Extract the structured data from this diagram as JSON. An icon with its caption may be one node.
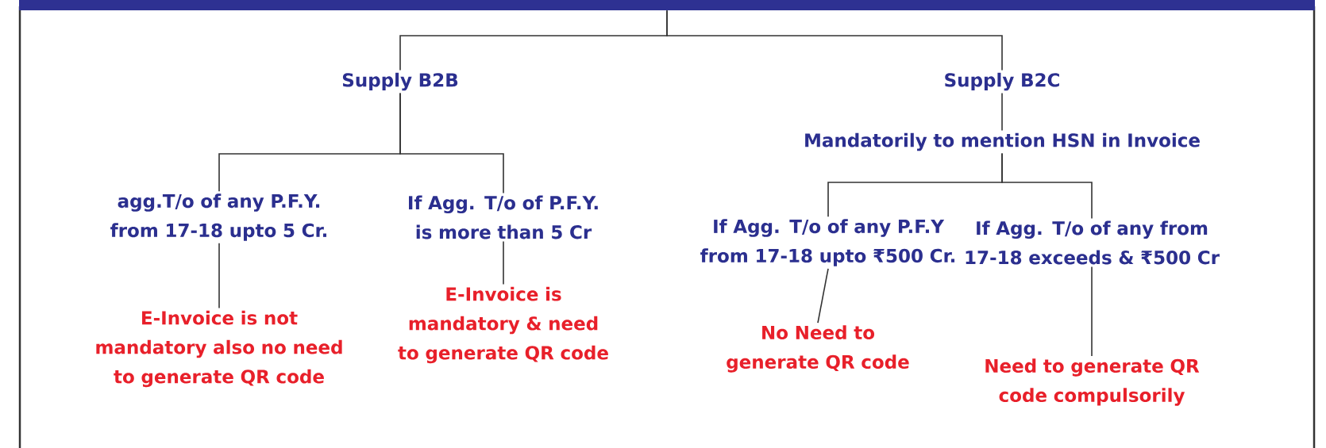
{
  "diagram": {
    "nodes": [
      {
        "text": [],
        "shape": "bar"
      },
      {
        "text": [
          "Supply B2B"
        ]
      },
      {
        "text": [
          "Supply B2C"
        ]
      },
      {
        "text": [
          "agg.T/o of any P.F.Y. from 17-18 upto 5 Cr."
        ]
      },
      {
        "text": [
          "If Agg. T/o of P.F.Y. is more than 5 Cr"
        ]
      },
      {
        "text": [
          "Mandatorily to mention HSN in Invoice"
        ]
      },
      {
        "text": [
          "E-Invoice is not mandatory also no need to generate QR code"
        ]
      },
      {
        "text": [
          "E-Invoice is mandatory & need to generate QR code"
        ]
      },
      {
        "text": [
          "If Agg. T/o of any P.F.Y from 17-18 upto ₹500 Cr."
        ]
      },
      {
        "text": [
          "If Agg. T/o of any from 17-18 exceeds & ₹500 Cr"
        ]
      },
      {
        "text": [
          "No Need to generate QR code"
        ]
      },
      {
        "text": [
          "Need to generate QR code compulsorily"
        ]
      }
    ],
    "edges": [
      {
        "from": 0,
        "to": 1,
        "arrow": "none"
      },
      {
        "from": 0,
        "to": 2,
        "arrow": "none"
      },
      {
        "from": 1,
        "to": 3,
        "arrow": "none"
      },
      {
        "from": 1,
        "to": 4,
        "arrow": "none"
      },
      {
        "from": 2,
        "to": 5,
        "arrow": "none"
      },
      {
        "from": 5,
        "to": 8,
        "arrow": "none"
      },
      {
        "from": 5,
        "to": 9,
        "arrow": "none"
      },
      {
        "from": 3,
        "to": 6,
        "arrow": "none"
      },
      {
        "from": 4,
        "to": 7,
        "arrow": "none"
      },
      {
        "from": 8,
        "to": 10,
        "arrow": "none"
      },
      {
        "from": 9,
        "to": 11,
        "arrow": "none"
      }
    ]
  }
}
